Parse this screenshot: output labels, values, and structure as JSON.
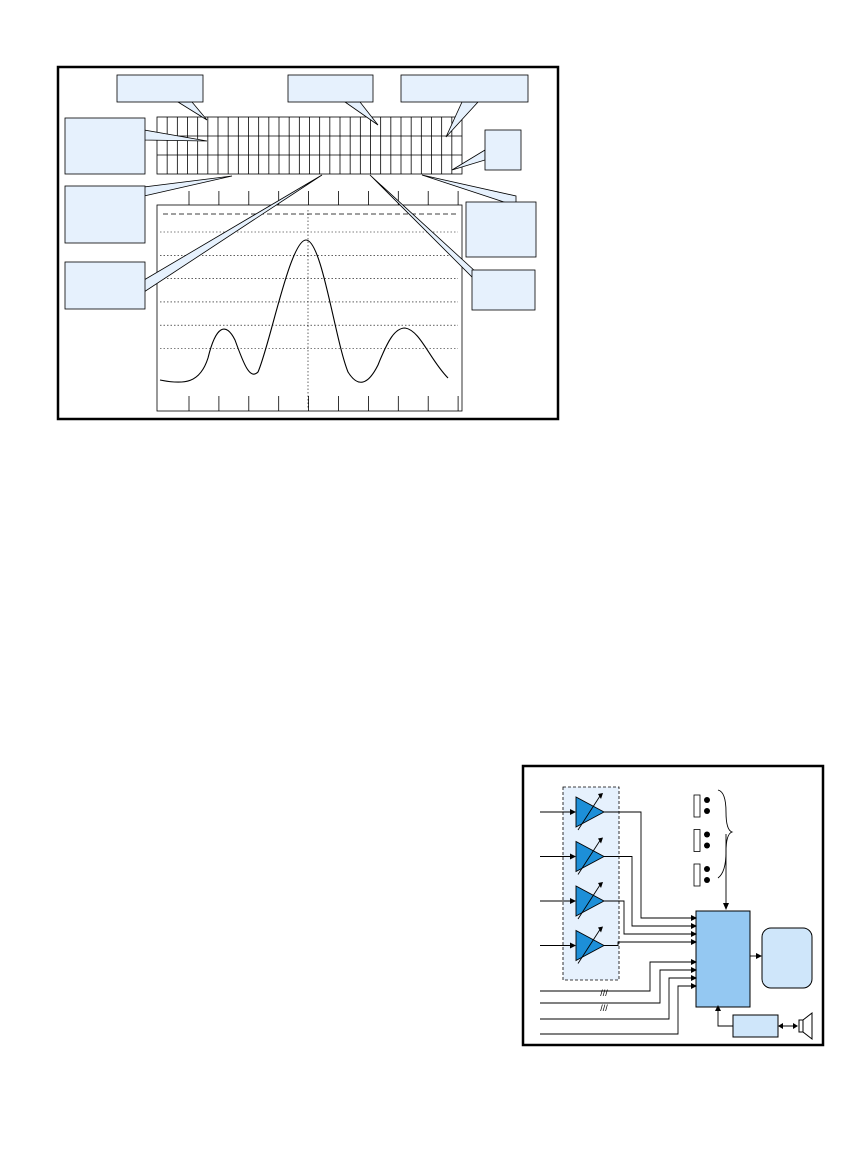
{
  "figure_top": {
    "callouts": [
      "",
      "",
      "",
      "",
      "",
      "",
      "",
      "",
      "",
      ""
    ],
    "grid": {
      "rows": 3,
      "cols": 30
    },
    "plot": {
      "vertical_ticks": 9,
      "horizontal_gridlines": 6,
      "dashed_reference_line": true
    }
  },
  "figure_bottom": {
    "amplifier_count": 4,
    "input_lines": 8,
    "contact_switches": 3,
    "bus_marks": "///",
    "processor_label": "",
    "display_label": "",
    "interface_label": ""
  }
}
